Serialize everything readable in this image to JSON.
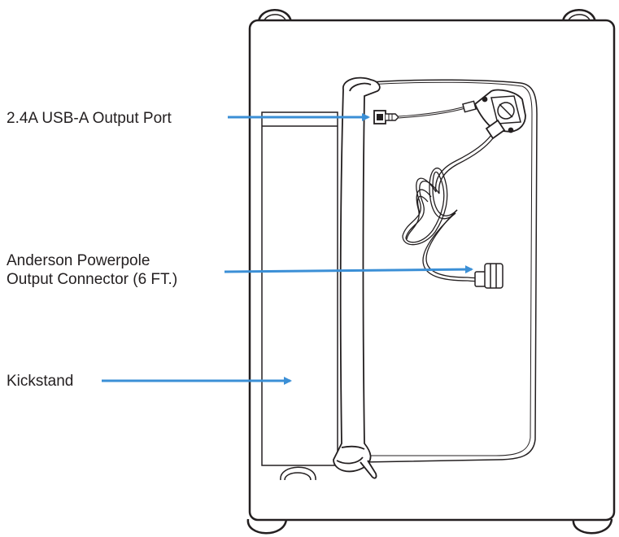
{
  "callouts": {
    "usb_port": "2.4A USB-A Output Port",
    "anderson_line1": "Anderson Powerpole",
    "anderson_line2": "Output Connector (6 FT.)",
    "kickstand": "Kickstand"
  },
  "colors": {
    "arrow": "#3b8fd6",
    "outline": "#231f20",
    "background": "#ffffff"
  }
}
